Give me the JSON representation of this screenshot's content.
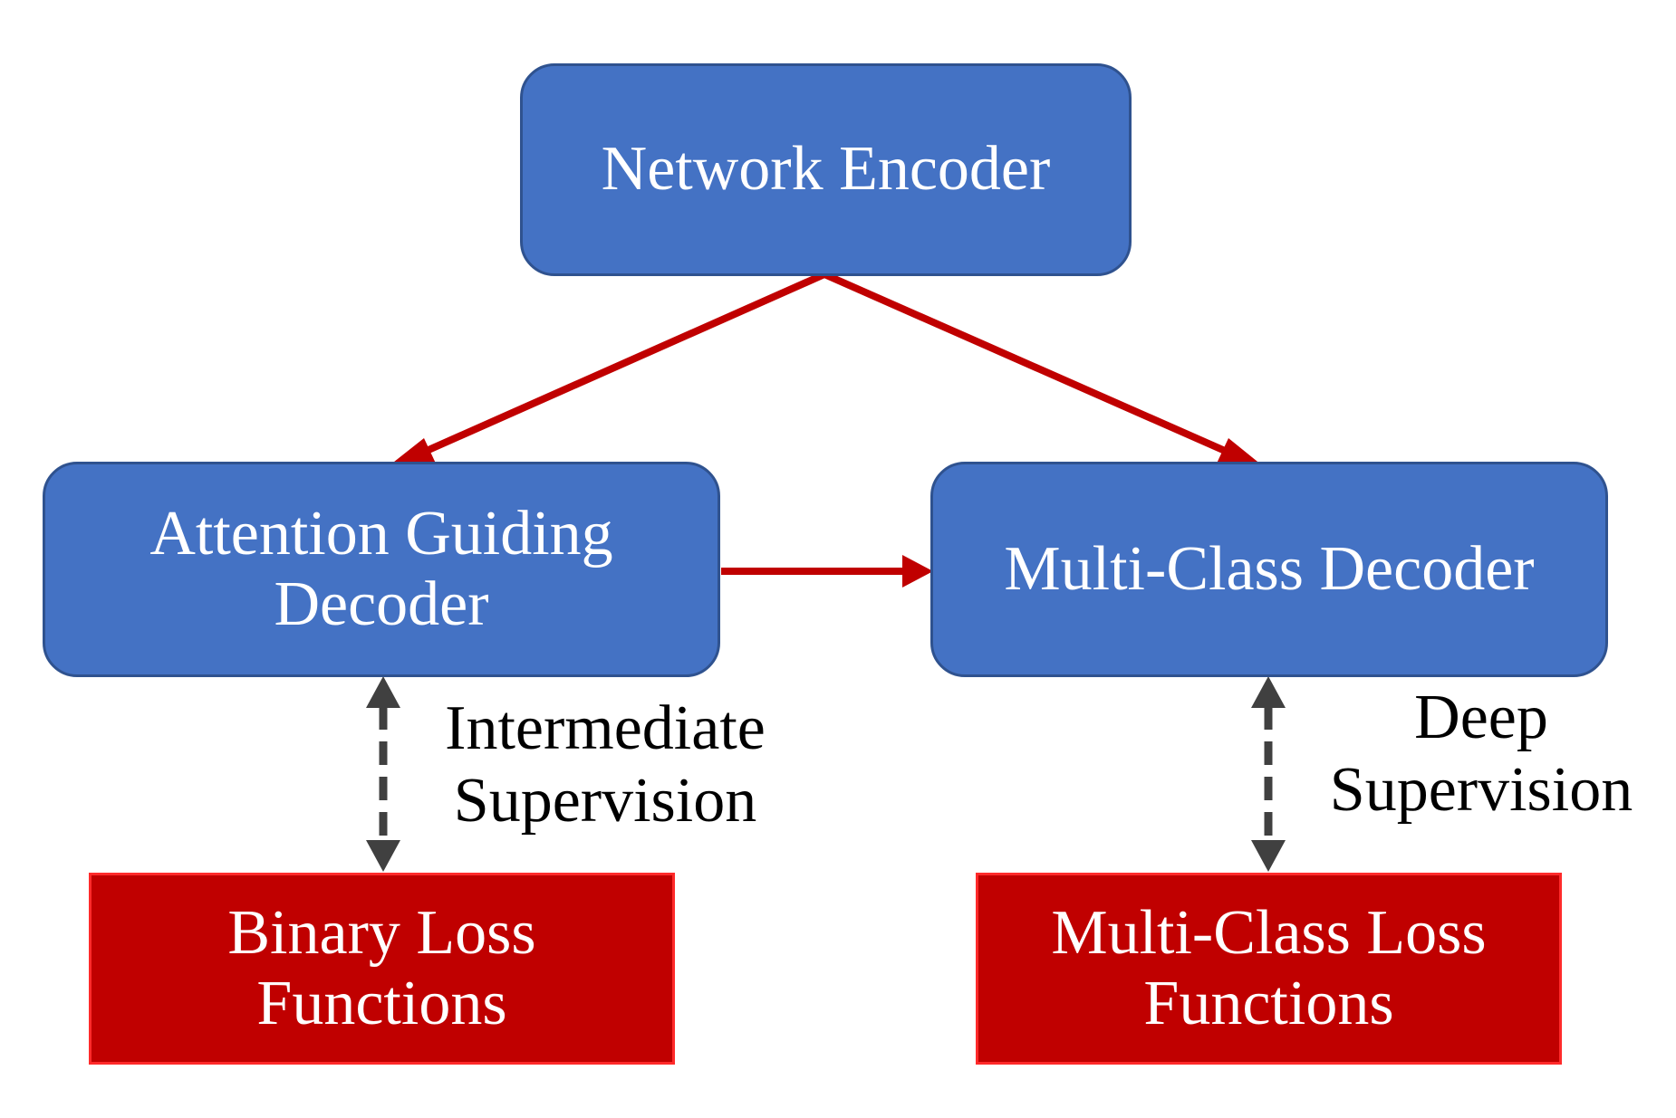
{
  "nodes": {
    "encoder": {
      "lines": [
        "Network Encoder"
      ]
    },
    "attention_decoder": {
      "lines": [
        "Attention Guiding",
        "Decoder"
      ]
    },
    "multiclass_decoder": {
      "lines": [
        "Multi-Class Decoder"
      ]
    },
    "binary_loss": {
      "lines": [
        "Binary Loss",
        "Functions"
      ]
    },
    "multiclass_loss": {
      "lines": [
        "Multi-Class Loss",
        "Functions"
      ]
    }
  },
  "labels": {
    "intermediate": {
      "lines": [
        "Intermediate",
        "Supervision"
      ]
    },
    "deep": {
      "lines": [
        "Deep",
        "Supervision"
      ]
    }
  },
  "colors": {
    "decoder_fill": "#4472c4",
    "decoder_border": "#2f528f",
    "loss_fill": "#c00000",
    "loss_border": "#ff2a2a",
    "flow_arrow": "#c00000",
    "supervision_arrow": "#404040"
  }
}
